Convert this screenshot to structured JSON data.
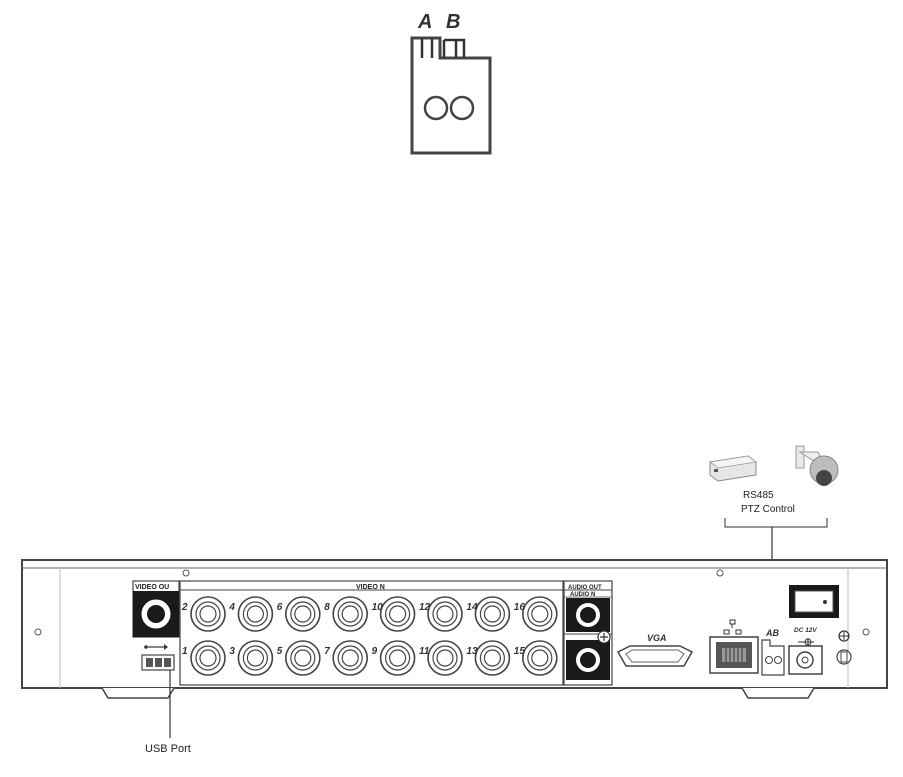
{
  "connector": {
    "label_a": "A",
    "label_b": "B"
  },
  "devices": {
    "rs485_label": "RS485",
    "ptz_label": "PTZ Control"
  },
  "panel": {
    "video_out_label": "VIDEO OU",
    "video_in_label": "VIDEO  N",
    "audio_out_label": "AUDIO OUT",
    "audio_in_label": "AUDIO  N",
    "vga_label": "VGA",
    "ab_label": "AB",
    "dc_label": "DC 12V",
    "bnc_top_numbers": [
      "2",
      "4",
      "6",
      "8",
      "10",
      "12",
      "14",
      "16"
    ],
    "bnc_bottom_numbers": [
      "1",
      "3",
      "5",
      "7",
      "9",
      "11",
      "13",
      "15"
    ]
  },
  "callouts": {
    "usb_port": "USB Port"
  }
}
